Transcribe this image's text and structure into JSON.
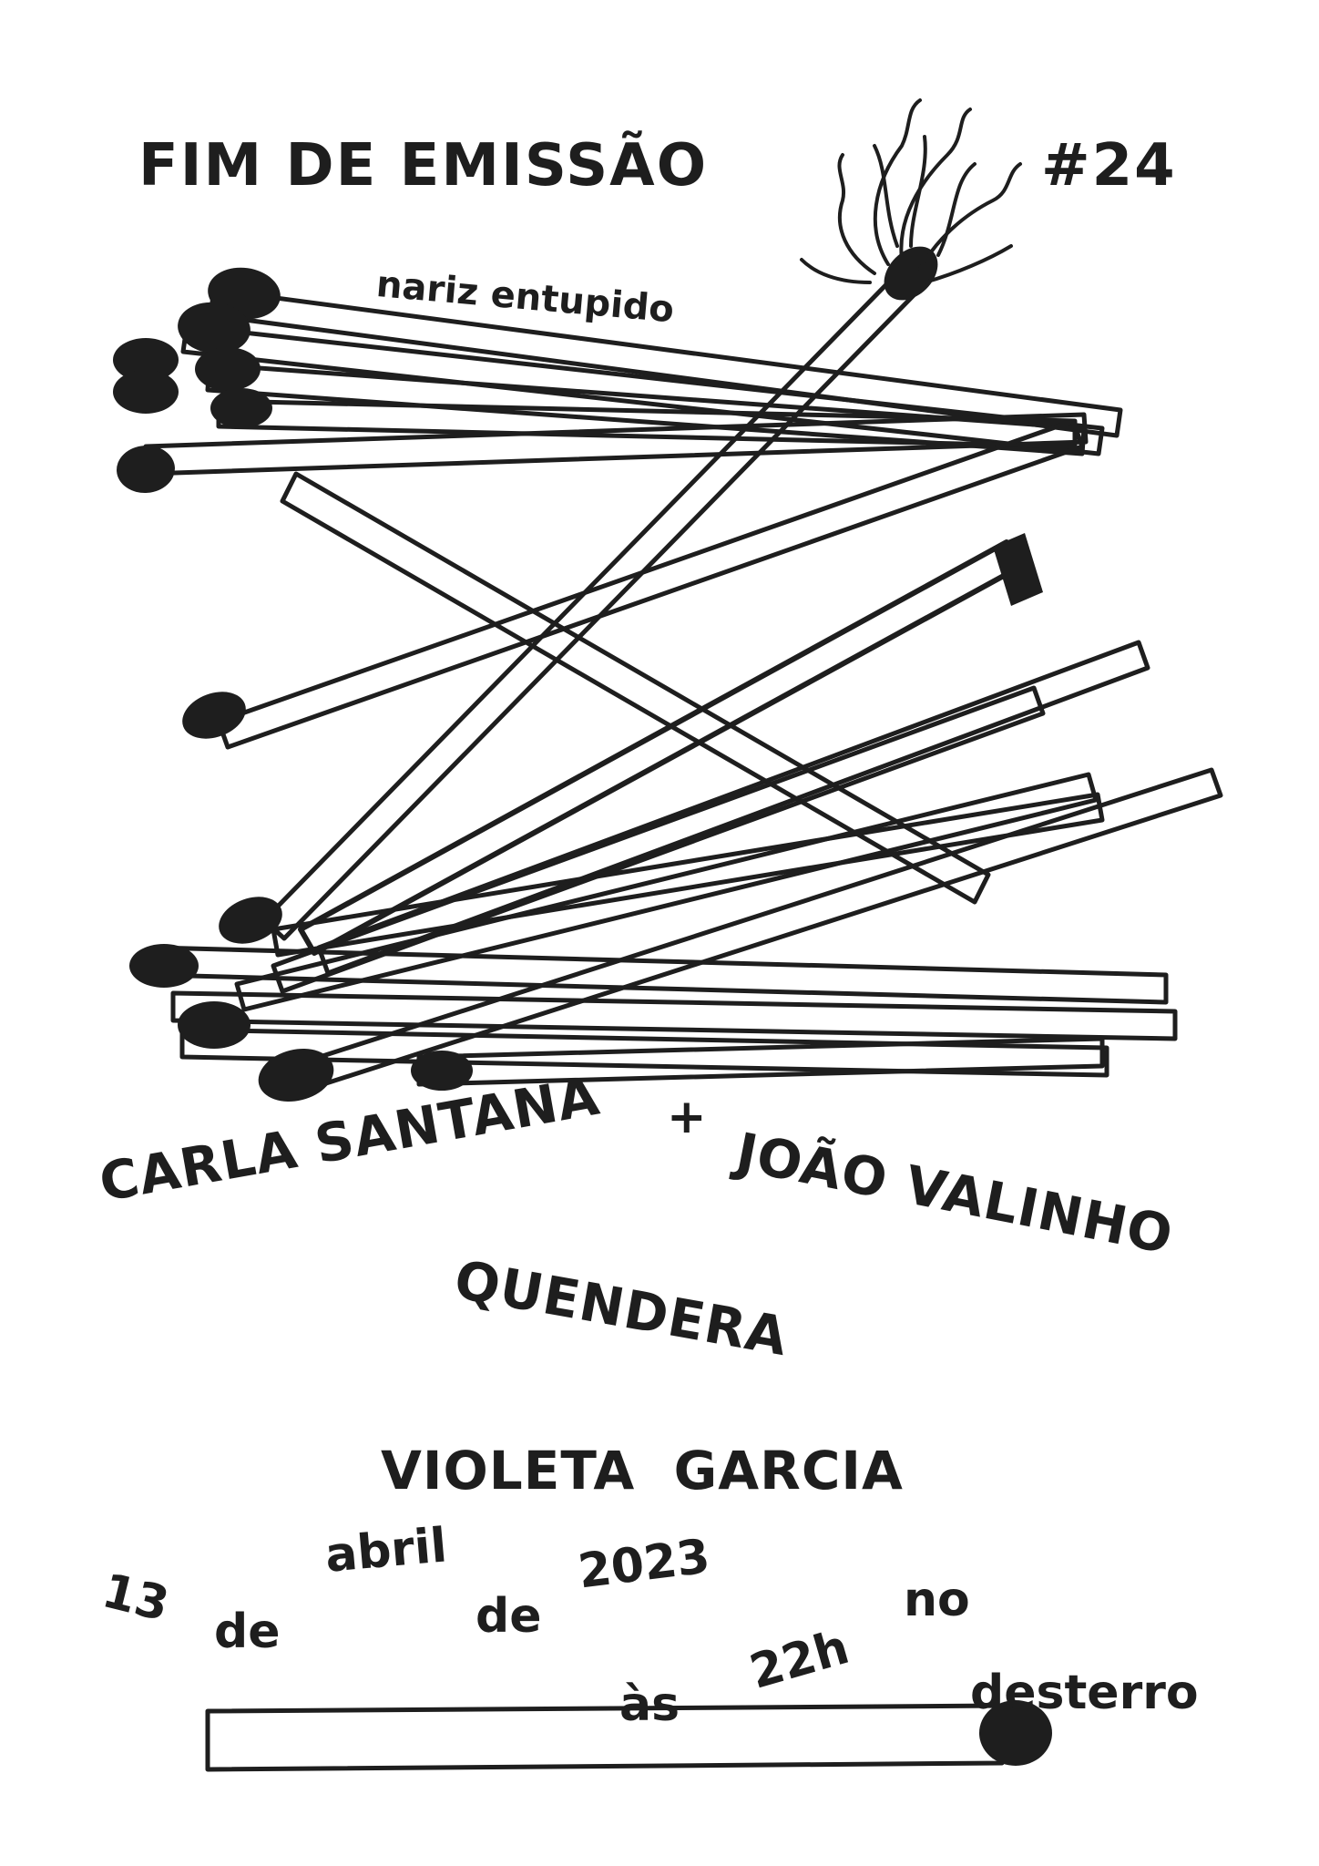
{
  "poster": {
    "title": "FIM DE EMISSÃO",
    "number": "#24",
    "subtitle": "nariz entupido",
    "plus": "+",
    "artists": [
      "CARLA SANTANA",
      "JOÃO VALINHO",
      "QUENDERA",
      "VIOLETA  GARCIA"
    ],
    "date_words": [
      "13",
      "de",
      "abril",
      "de",
      "2023",
      "às",
      "22h",
      "no",
      "desterro"
    ]
  },
  "colors": {
    "ink": "#1e1e1e",
    "paper": "#ffffff"
  },
  "icons": [
    "burning-match-icon",
    "matchstick-pile",
    "bottom-matchstick"
  ]
}
